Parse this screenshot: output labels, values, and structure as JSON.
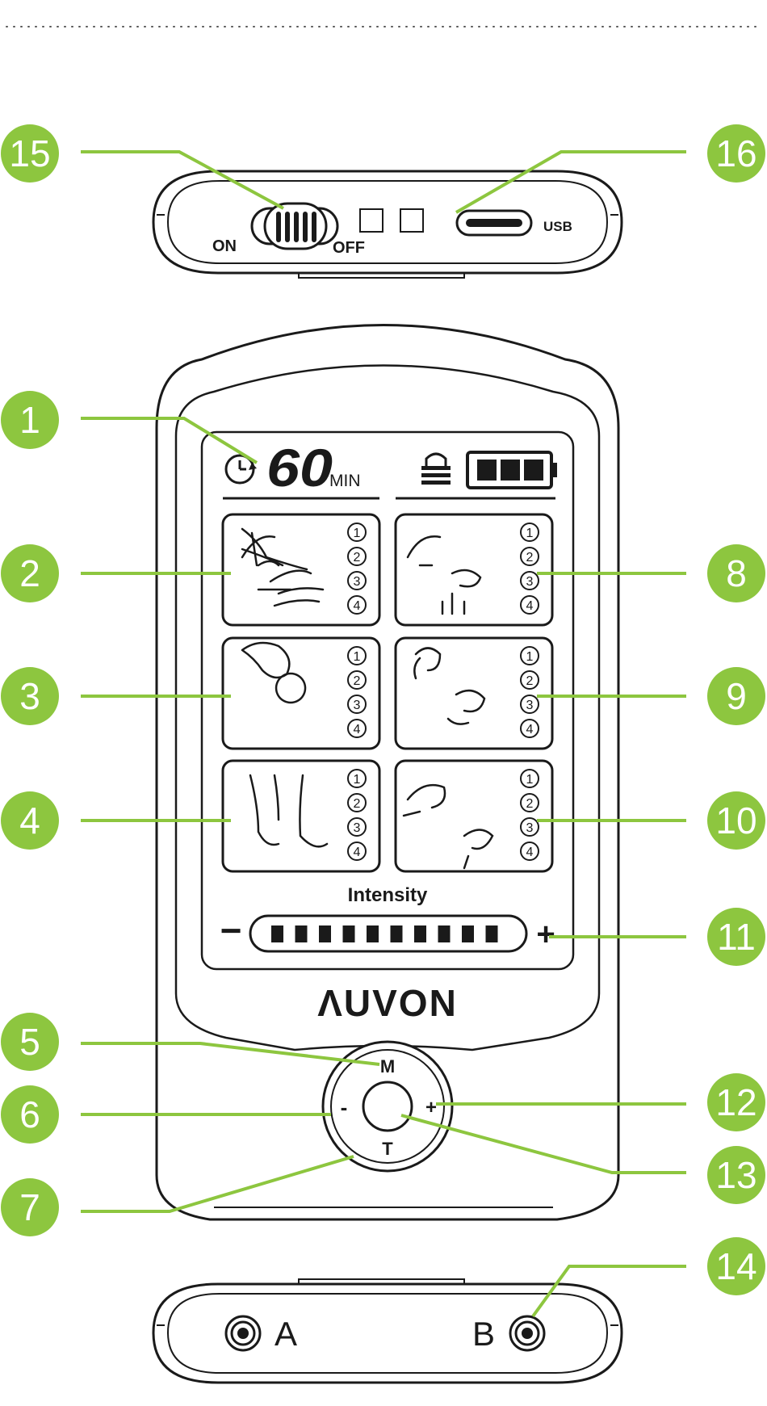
{
  "colors": {
    "accent": "#8dc63f",
    "outline": "#1a1a1a",
    "background": "#ffffff"
  },
  "top_view": {
    "switch_on_label": "ON",
    "switch_off_label": "OFF",
    "usb_label": "USB"
  },
  "screen": {
    "timer_value": "60",
    "timer_unit": "MIN",
    "icons": [
      "clock-icon",
      "lock-icon",
      "battery-icon"
    ],
    "mode_levels": [
      "1",
      "2",
      "3",
      "4"
    ],
    "intensity_label": "Intensity",
    "minus_sign": "−",
    "plus_sign": "+"
  },
  "brand": "ΛUVON",
  "dial": {
    "m_label": "M",
    "t_label": "T",
    "minus_label": "-",
    "plus_label": "+"
  },
  "bottom_view": {
    "port_a_label": "A",
    "port_b_label": "B"
  },
  "callouts": {
    "c1": "1",
    "c2": "2",
    "c3": "3",
    "c4": "4",
    "c5": "5",
    "c6": "6",
    "c7": "7",
    "c8": "8",
    "c9": "9",
    "c10": "10",
    "c11": "11",
    "c12": "12",
    "c13": "13",
    "c14": "14",
    "c15": "15",
    "c16": "16"
  }
}
